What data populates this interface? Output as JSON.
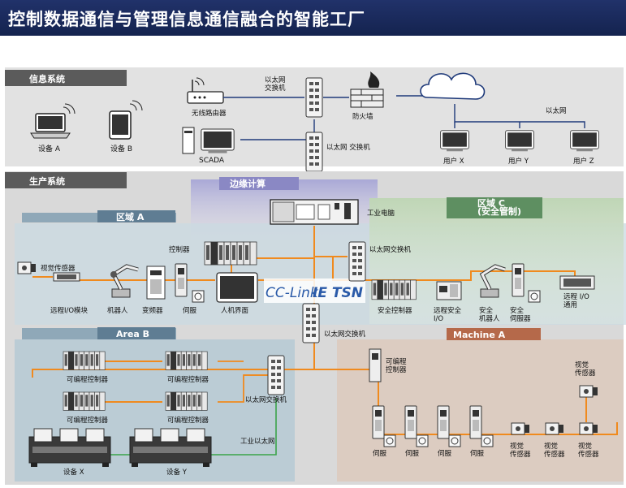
{
  "title": "控制数据通信与管理信息通信融合的智能工厂",
  "colors": {
    "title_bg": "#1b2a5c",
    "eth_line": "#1f3a7a",
    "cclink_line": "#f08a1e",
    "field_line": "#3aa34a",
    "info_bg": "#e2e2e2",
    "prod_bg": "#d6d6d6",
    "zone_a_bg": "#cfdde3",
    "area_b_bg": "#b8cbd6",
    "machine_a_bg": "#ddc9bd",
    "edge_bg": "#b9b8dc",
    "zone_c_bg": "#cfe0c8"
  },
  "info": {
    "section": "信息系统",
    "device_a": "设备 A",
    "device_b": "设备 B",
    "router": "无线路由器",
    "switch_top": "以太网\n交换机",
    "firewall": "防火墙",
    "scada": "SCADA",
    "switch_mid": "以太网\n交换机",
    "ethernet": "以太网",
    "user_x": "用户 X",
    "user_y": "用户 Y",
    "user_z": "用户 Z"
  },
  "production": {
    "section": "生产系统",
    "edge": "边缘计算",
    "ipc": "工业电脑",
    "cclink_a": "CC-Link",
    "cclink_b": "IE TSN",
    "zone_a": {
      "header": "区域 A",
      "vision": "视觉传感器",
      "controller": "控制器",
      "remote_io": "远程I/O模块",
      "robot": "机器人",
      "inverter": "变频器",
      "servo": "伺服",
      "hmi": "人机界面"
    },
    "zone_c": {
      "header": "区域 C\n(安全管制)",
      "switch": "以太网交换机",
      "safety_ctrl": "安全控制器",
      "remote_safety_io": "远程安全\nI/O",
      "safety_robot": "安全\n机器人",
      "safety_servo": "安全\n伺服器",
      "remote_io_general": "远程 I/O\n通用"
    },
    "center_switch": "以太网交换机",
    "area_b": {
      "header": "Area B",
      "plc_1": "可编程控制器",
      "plc_2": "可编程控制器",
      "plc_3": "可编程控制器",
      "plc_4": "可编程控制器",
      "switch": "以太网交换机",
      "industrial_eth": "工业以太网",
      "equipment_x": "设备 X",
      "equipment_y": "设备 Y"
    },
    "machine_a": {
      "header": "Machine A",
      "plc": "可编程\n控制器",
      "servo_1": "伺服",
      "servo_2": "伺服",
      "servo_3": "伺服",
      "servo_4": "伺服",
      "vision_1": "视觉\n传感器",
      "vision_2": "视觉\n传感器",
      "vision_3": "视觉\n传感器",
      "vision_4": "视觉\n传感器"
    }
  }
}
